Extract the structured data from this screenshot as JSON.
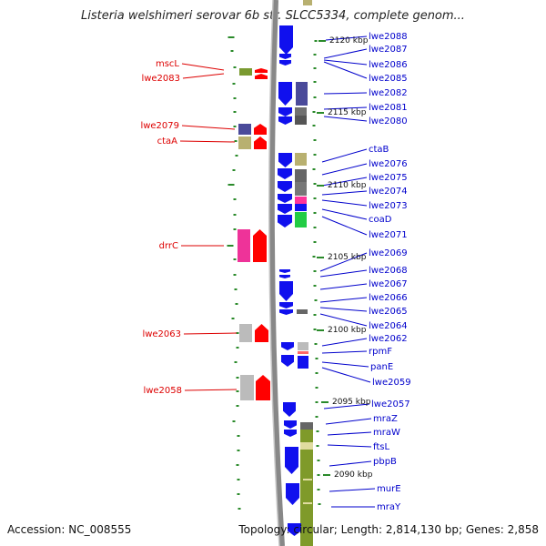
{
  "title": "Listeria welshimeri serovar 6b str. SLCC5334, complete genom...",
  "footer": {
    "accession": "Accession: NC_008555",
    "summary": "Topology: circular; Length: 2,814,130 bp; Genes: 2,858"
  },
  "scale_labels": [
    "2120 kbp",
    "2115 kbp",
    "2110 kbp",
    "2105 kbp",
    "2100 kbp",
    "2095 kbp",
    "2090 kbp"
  ],
  "left_labels": [
    "mscL",
    "lwe2083",
    "lwe2079",
    "ctaA",
    "drrC",
    "lwe2063",
    "lwe2058"
  ],
  "right_labels": [
    "lwe2088",
    "lwe2087",
    "lwe2086",
    "lwe2085",
    "lwe2082",
    "lwe2081",
    "lwe2080",
    "ctaB",
    "lwe2076",
    "lwe2075",
    "lwe2074",
    "lwe2073",
    "coaD",
    "lwe2071",
    "lwe2069",
    "lwe2068",
    "lwe2067",
    "lwe2066",
    "lwe2065",
    "lwe2064",
    "lwe2062",
    "rpmF",
    "panE",
    "lwe2059",
    "lwe2057",
    "mraZ",
    "mraW",
    "ftsL",
    "pbpB",
    "murE",
    "mraY"
  ],
  "colors": {
    "left_label": "#dd0000",
    "right_label": "#0000cc",
    "forward_gene": "#ff0000",
    "reverse_gene": "#1010ee",
    "backbone": "#808080",
    "tick": "#2a8a2a",
    "olive_track": "#7f9a2a"
  }
}
